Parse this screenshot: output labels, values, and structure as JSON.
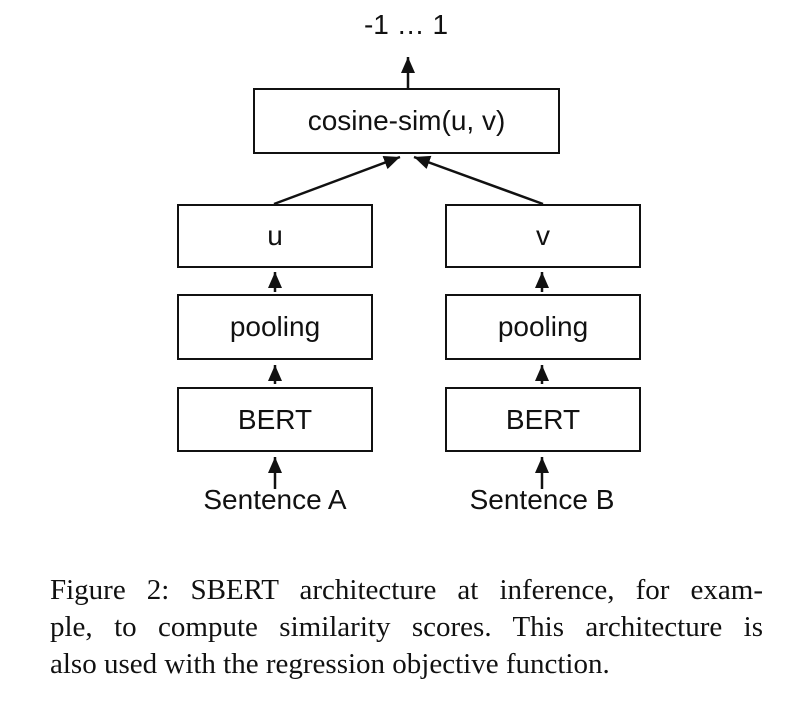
{
  "figure": {
    "output_label": "-1 … 1",
    "similarity_box_label": "cosine-sim(u, v)",
    "left_branch": {
      "embedding_label": "u",
      "pooling_label": "pooling",
      "encoder_label": "BERT",
      "input_label": "Sentence A"
    },
    "right_branch": {
      "embedding_label": "v",
      "pooling_label": "pooling",
      "encoder_label": "BERT",
      "input_label": "Sentence B"
    }
  },
  "caption": {
    "line1": "Figure 2: SBERT architecture at inference, for exam-",
    "line2": "ple, to compute similarity scores. This architecture is",
    "line3": "also used with the regression objective function."
  },
  "colors": {
    "ink": "#111111",
    "background": "#ffffff"
  }
}
